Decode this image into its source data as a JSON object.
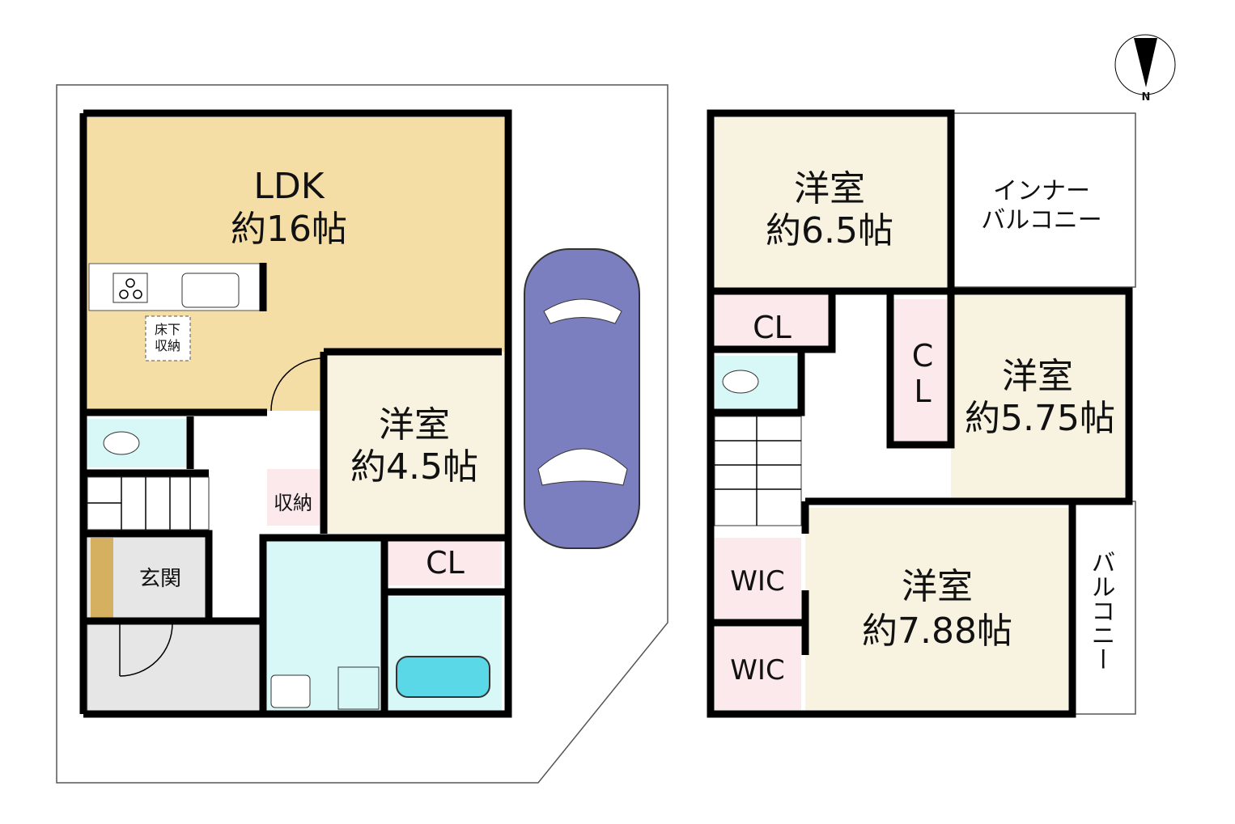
{
  "colors": {
    "ldk": "#f5dea6",
    "western": "#f8f2e1",
    "closet": "#fbe9ec",
    "wet": "#d8f8f8",
    "car": "#7b7fc0",
    "entry": "#e6e6e6"
  },
  "floor1": {
    "ldk": {
      "name": "LDK",
      "size": "約16帖"
    },
    "underfloor": {
      "line1": "床下",
      "line2": "収納"
    },
    "western": {
      "name": "洋室",
      "size": "約4.5帖"
    },
    "storage": "収納",
    "closet": "CL",
    "entrance": "玄関"
  },
  "floor2": {
    "room1": {
      "name": "洋室",
      "size": "約6.5帖"
    },
    "inner_balcony": {
      "line1": "インナー",
      "line2": "バルコニー"
    },
    "closet1": "CL",
    "closet2": "CL",
    "room2": {
      "name": "洋室",
      "size": "約5.75帖"
    },
    "room3": {
      "name": "洋室",
      "size": "約7.88帖"
    },
    "wic1": "WIC",
    "wic2": "WIC",
    "balcony": "バルコニー"
  },
  "compass": {
    "label": "N"
  }
}
